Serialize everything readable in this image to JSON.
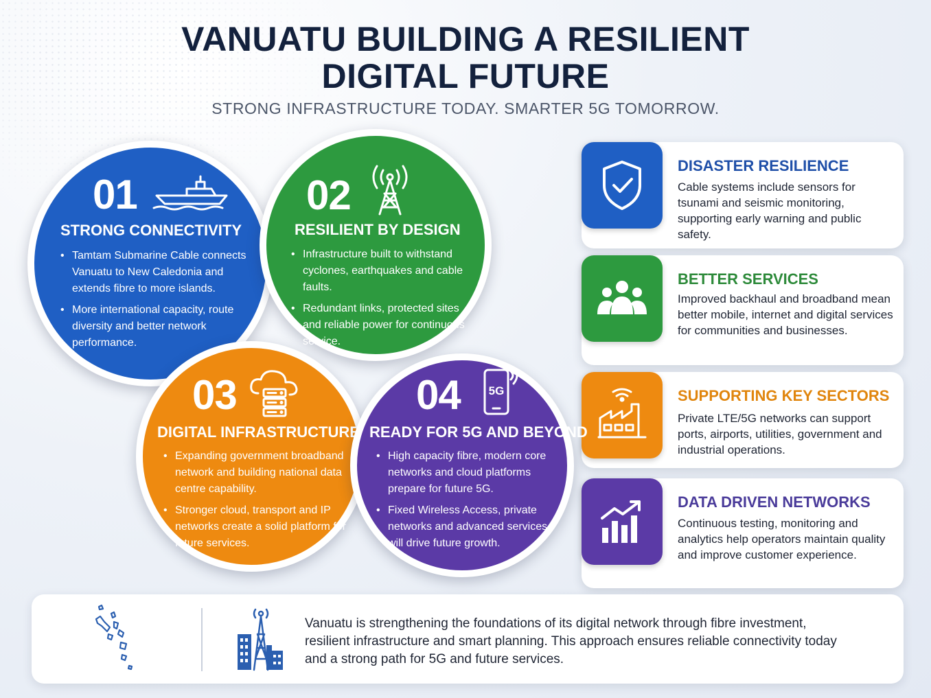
{
  "header": {
    "title_line1": "VANUATU BUILDING A RESILIENT",
    "title_line2": "DIGITAL FUTURE",
    "subtitle": "STRONG INFRASTRUCTURE TODAY. SMARTER 5G TOMORROW."
  },
  "pillars": [
    {
      "number": "01",
      "title": "STRONG CONNECTIVITY",
      "icon": "cable-ship-icon",
      "color": "#1f5fc4",
      "bullets": [
        "Tamtam Submarine Cable connects Vanuatu to New Caledonia and extends fibre to more islands.",
        "More international capacity, route diversity and better network performance."
      ]
    },
    {
      "number": "02",
      "title": "RESILIENT BY DESIGN",
      "icon": "radio-tower-icon",
      "color": "#2d9a3f",
      "bullets": [
        "Infrastructure built to withstand cyclones, earthquakes and cable faults.",
        "Redundant links, protected sites and reliable power for continuous service."
      ]
    },
    {
      "number": "03",
      "title": "DIGITAL INFRASTRUCTURE",
      "icon": "cloud-server-icon",
      "color": "#ee8a10",
      "bullets": [
        "Expanding government broadband network and building national data centre capability.",
        "Stronger cloud, transport and IP networks create a solid platform for future services."
      ]
    },
    {
      "number": "04",
      "title": "READY FOR 5G AND BEYOND",
      "icon": "5g-phone-icon",
      "icon_label": "5G",
      "color": "#5b3aa6",
      "bullets": [
        "High capacity fibre, modern core networks and cloud platforms prepare for future 5G.",
        "Fixed Wireless Access, private networks and advanced services will drive future growth."
      ]
    }
  ],
  "cards": [
    {
      "title": "DISASTER RESILIENCE",
      "desc": "Cable systems include sensors for tsunami and seismic monitoring, supporting early warning and public safety.",
      "icon": "shield-check-icon",
      "color": "#1f5fc4",
      "title_color": "#1f4fa8"
    },
    {
      "title": "BETTER SERVICES",
      "desc": "Improved backhaul and broadband mean better mobile, internet and digital services for communities and businesses.",
      "icon": "community-people-icon",
      "color": "#2d9a3f",
      "title_color": "#2d8a3a"
    },
    {
      "title": "SUPPORTING KEY SECTORS",
      "desc": "Private LTE/5G networks can support ports, airports, utilities, government and industrial operations.",
      "icon": "connected-factory-icon",
      "color": "#ee8a10",
      "title_color": "#e0850d"
    },
    {
      "title": "DATA DRIVEN NETWORKS",
      "desc": "Continuous testing, monitoring and analytics help operators maintain quality and improve customer experience.",
      "icon": "growth-chart-icon",
      "color": "#5b3aa6",
      "title_color": "#4a3b9a"
    }
  ],
  "footer": {
    "text": "Vanuatu is strengthening the foundations of its digital network through fibre investment, resilient infrastructure and smart planning. This approach ensures reliable connectivity today and a strong path for 5G and future services.",
    "icons": [
      "vanuatu-islands-map-icon",
      "city-tower-icon"
    ]
  }
}
